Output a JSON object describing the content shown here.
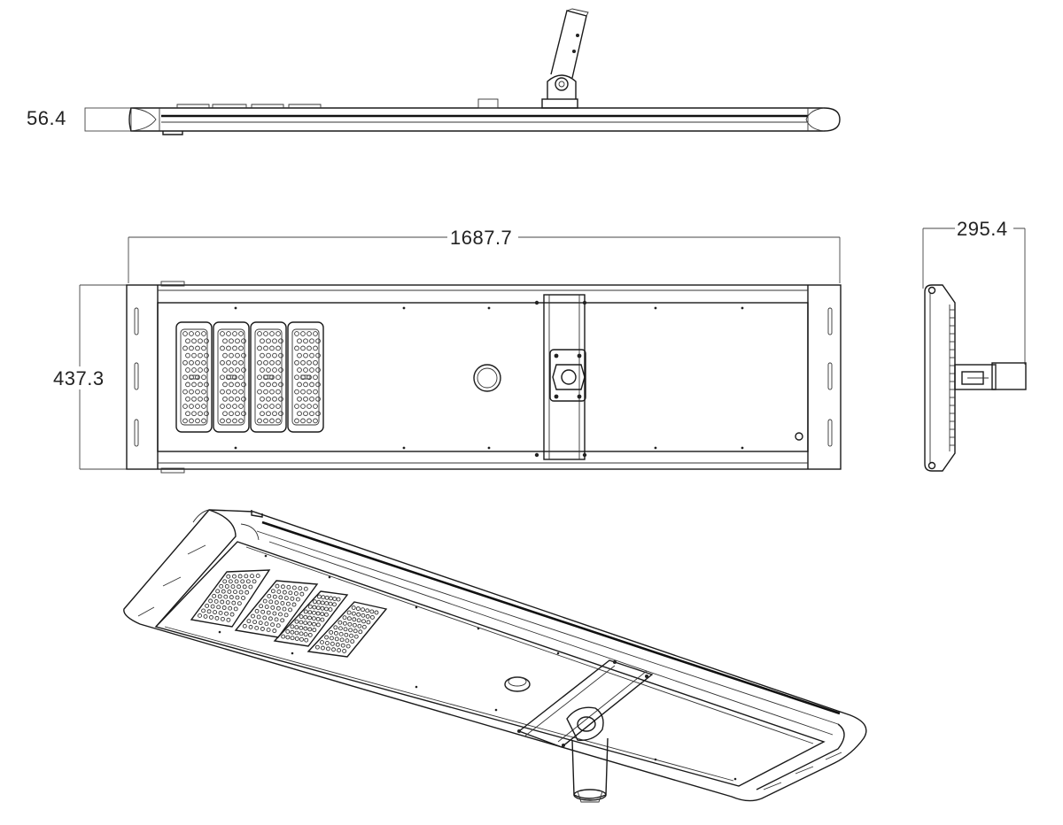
{
  "dimensions": {
    "height": "56.4",
    "length": "1687.7",
    "width": "437.3",
    "side_depth": "295.4"
  },
  "views": [
    "side-elevation",
    "bottom-plan",
    "end-elevation",
    "isometric"
  ]
}
